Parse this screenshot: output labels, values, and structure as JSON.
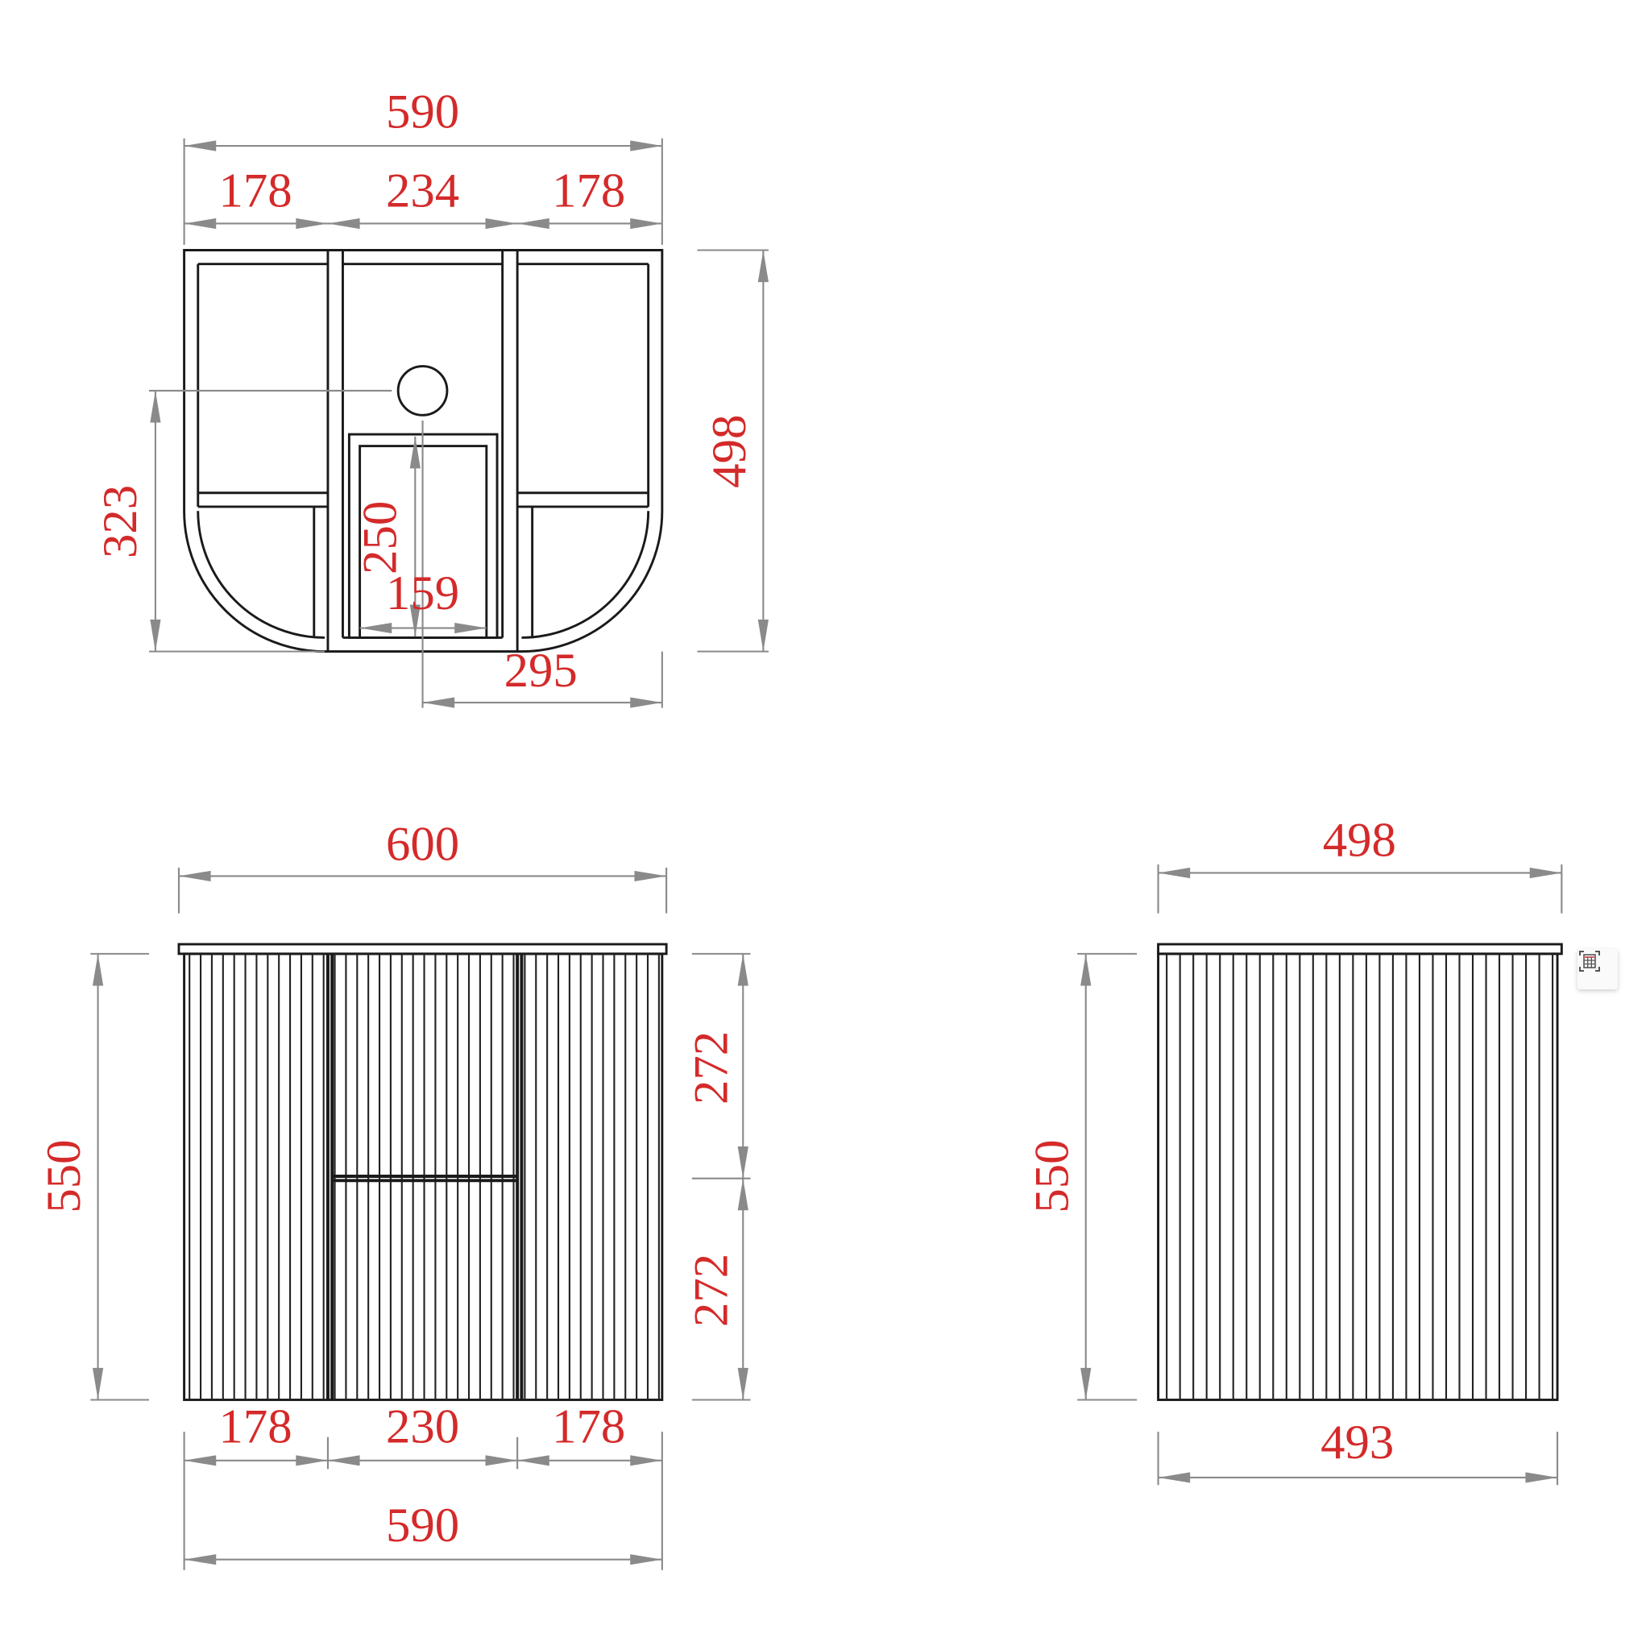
{
  "top_view": {
    "overall_width": "590",
    "left_width": "178",
    "center_width": "234",
    "right_width": "178",
    "depth": "498",
    "waste_depth": "323",
    "drawer_depth": "250",
    "drawer_width": "159",
    "waste_offset": "295"
  },
  "front_view": {
    "top_width": "600",
    "height": "550",
    "upper_drawer": "272",
    "lower_drawer": "272",
    "left_width": "178",
    "center_width": "230",
    "right_width": "178",
    "body_width": "590"
  },
  "side_view": {
    "top_depth": "498",
    "height": "550",
    "body_depth": "493"
  },
  "toolbar": {
    "icon": "table-scan-icon"
  },
  "colors": {
    "dimension_text": "#d42a2a",
    "line": "#1a1a1a",
    "dim_line": "#8a8a8a"
  }
}
